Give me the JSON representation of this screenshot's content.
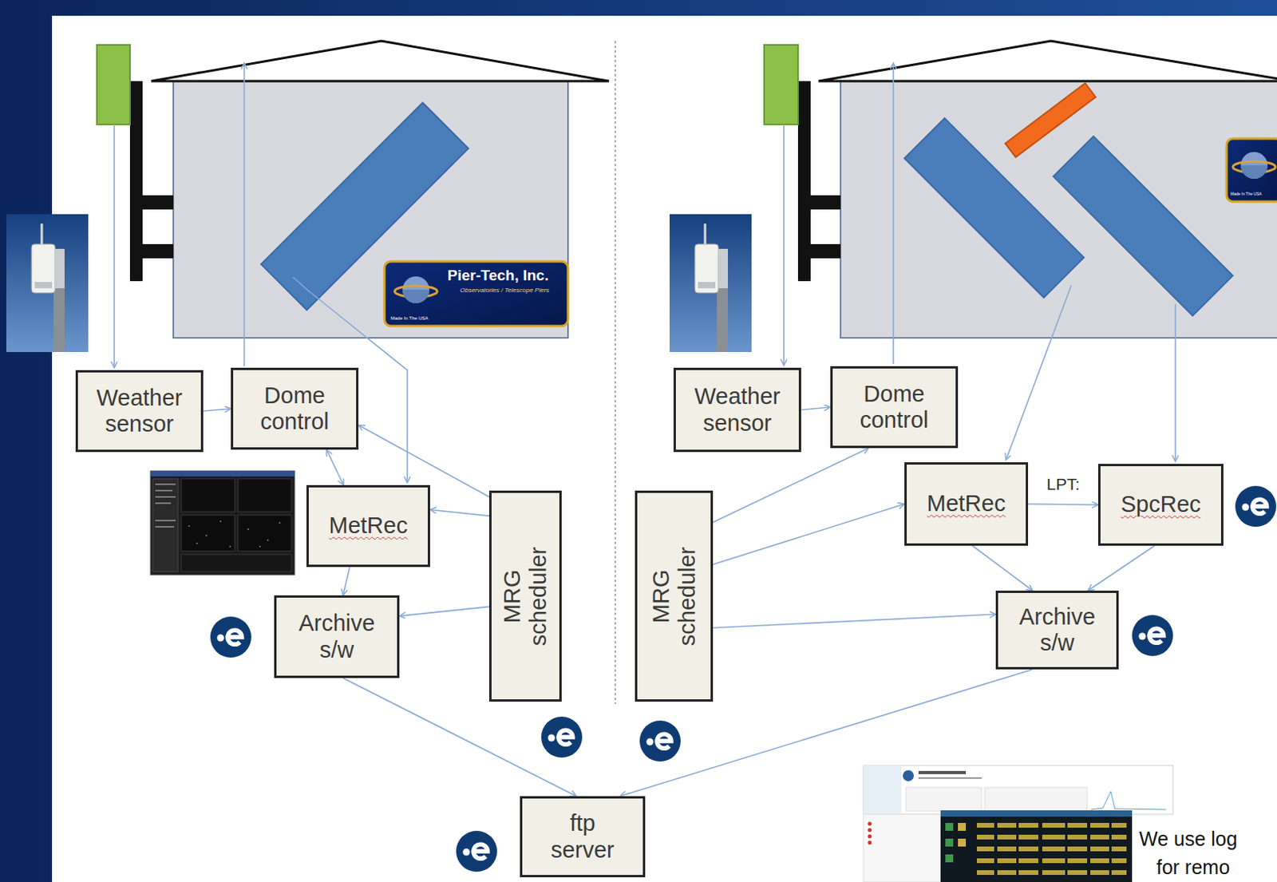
{
  "diagram": {
    "nodes": [
      {
        "text": [
          "Weather sensor"
        ]
      },
      {
        "text": [
          "Dome control"
        ]
      },
      {
        "text": [
          "MetRec"
        ]
      },
      {
        "text": [
          "MRG scheduler"
        ]
      },
      {
        "text": [
          "Archive s/w"
        ]
      },
      {
        "text": [
          "Weather sensor"
        ]
      },
      {
        "text": [
          "Dome control"
        ]
      },
      {
        "text": [
          "MRG scheduler"
        ]
      },
      {
        "text": [
          "MetRec"
        ]
      },
      {
        "text": [
          "SpcRec"
        ]
      },
      {
        "text": [
          "Archive s/w"
        ]
      },
      {
        "text": [
          "ftp server"
        ]
      }
    ],
    "edges": [
      {
        "from": 0,
        "to": 1,
        "arrow": "to"
      },
      {
        "from": 1,
        "to": 2,
        "arrow": "both"
      },
      {
        "from": 3,
        "to": 1,
        "arrow": "to"
      },
      {
        "from": 3,
        "to": 2,
        "arrow": "to"
      },
      {
        "from": 3,
        "to": 4,
        "arrow": "to"
      },
      {
        "from": 2,
        "to": 4,
        "arrow": "to"
      },
      {
        "from": 4,
        "to": 11,
        "arrow": "to"
      },
      {
        "from": 5,
        "to": 6,
        "arrow": "to"
      },
      {
        "from": 7,
        "to": 6,
        "arrow": "to"
      },
      {
        "from": 7,
        "to": 8,
        "arrow": "to"
      },
      {
        "from": 7,
        "to": 10,
        "arrow": "to"
      },
      {
        "from": 8,
        "to": 9,
        "label": "LPT:",
        "arrow": "to"
      },
      {
        "from": 8,
        "to": 10,
        "arrow": "to"
      },
      {
        "from": 9,
        "to": 10,
        "arrow": "to"
      },
      {
        "from": 10,
        "to": 11,
        "arrow": "to"
      }
    ],
    "labels": [
      "Pier-Tech, Inc.",
      "Observatories / Telescope Piers",
      "Made In The USA",
      "Made In The USA",
      "We use log",
      "for remo"
    ]
  }
}
